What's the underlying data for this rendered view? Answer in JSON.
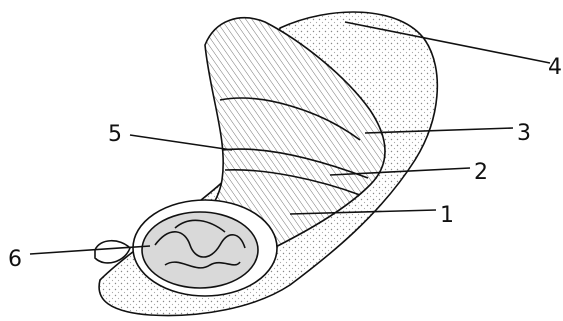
{
  "labels": [
    {
      "id": "1",
      "text": "1"
    },
    {
      "id": "2",
      "text": "2"
    },
    {
      "id": "3",
      "text": "3"
    },
    {
      "id": "4",
      "text": "4"
    },
    {
      "id": "5",
      "text": "5"
    },
    {
      "id": "6",
      "text": "6"
    }
  ],
  "colors": {
    "ink": "#111111",
    "background": "#ffffff",
    "shading": "#d9d9d9"
  }
}
